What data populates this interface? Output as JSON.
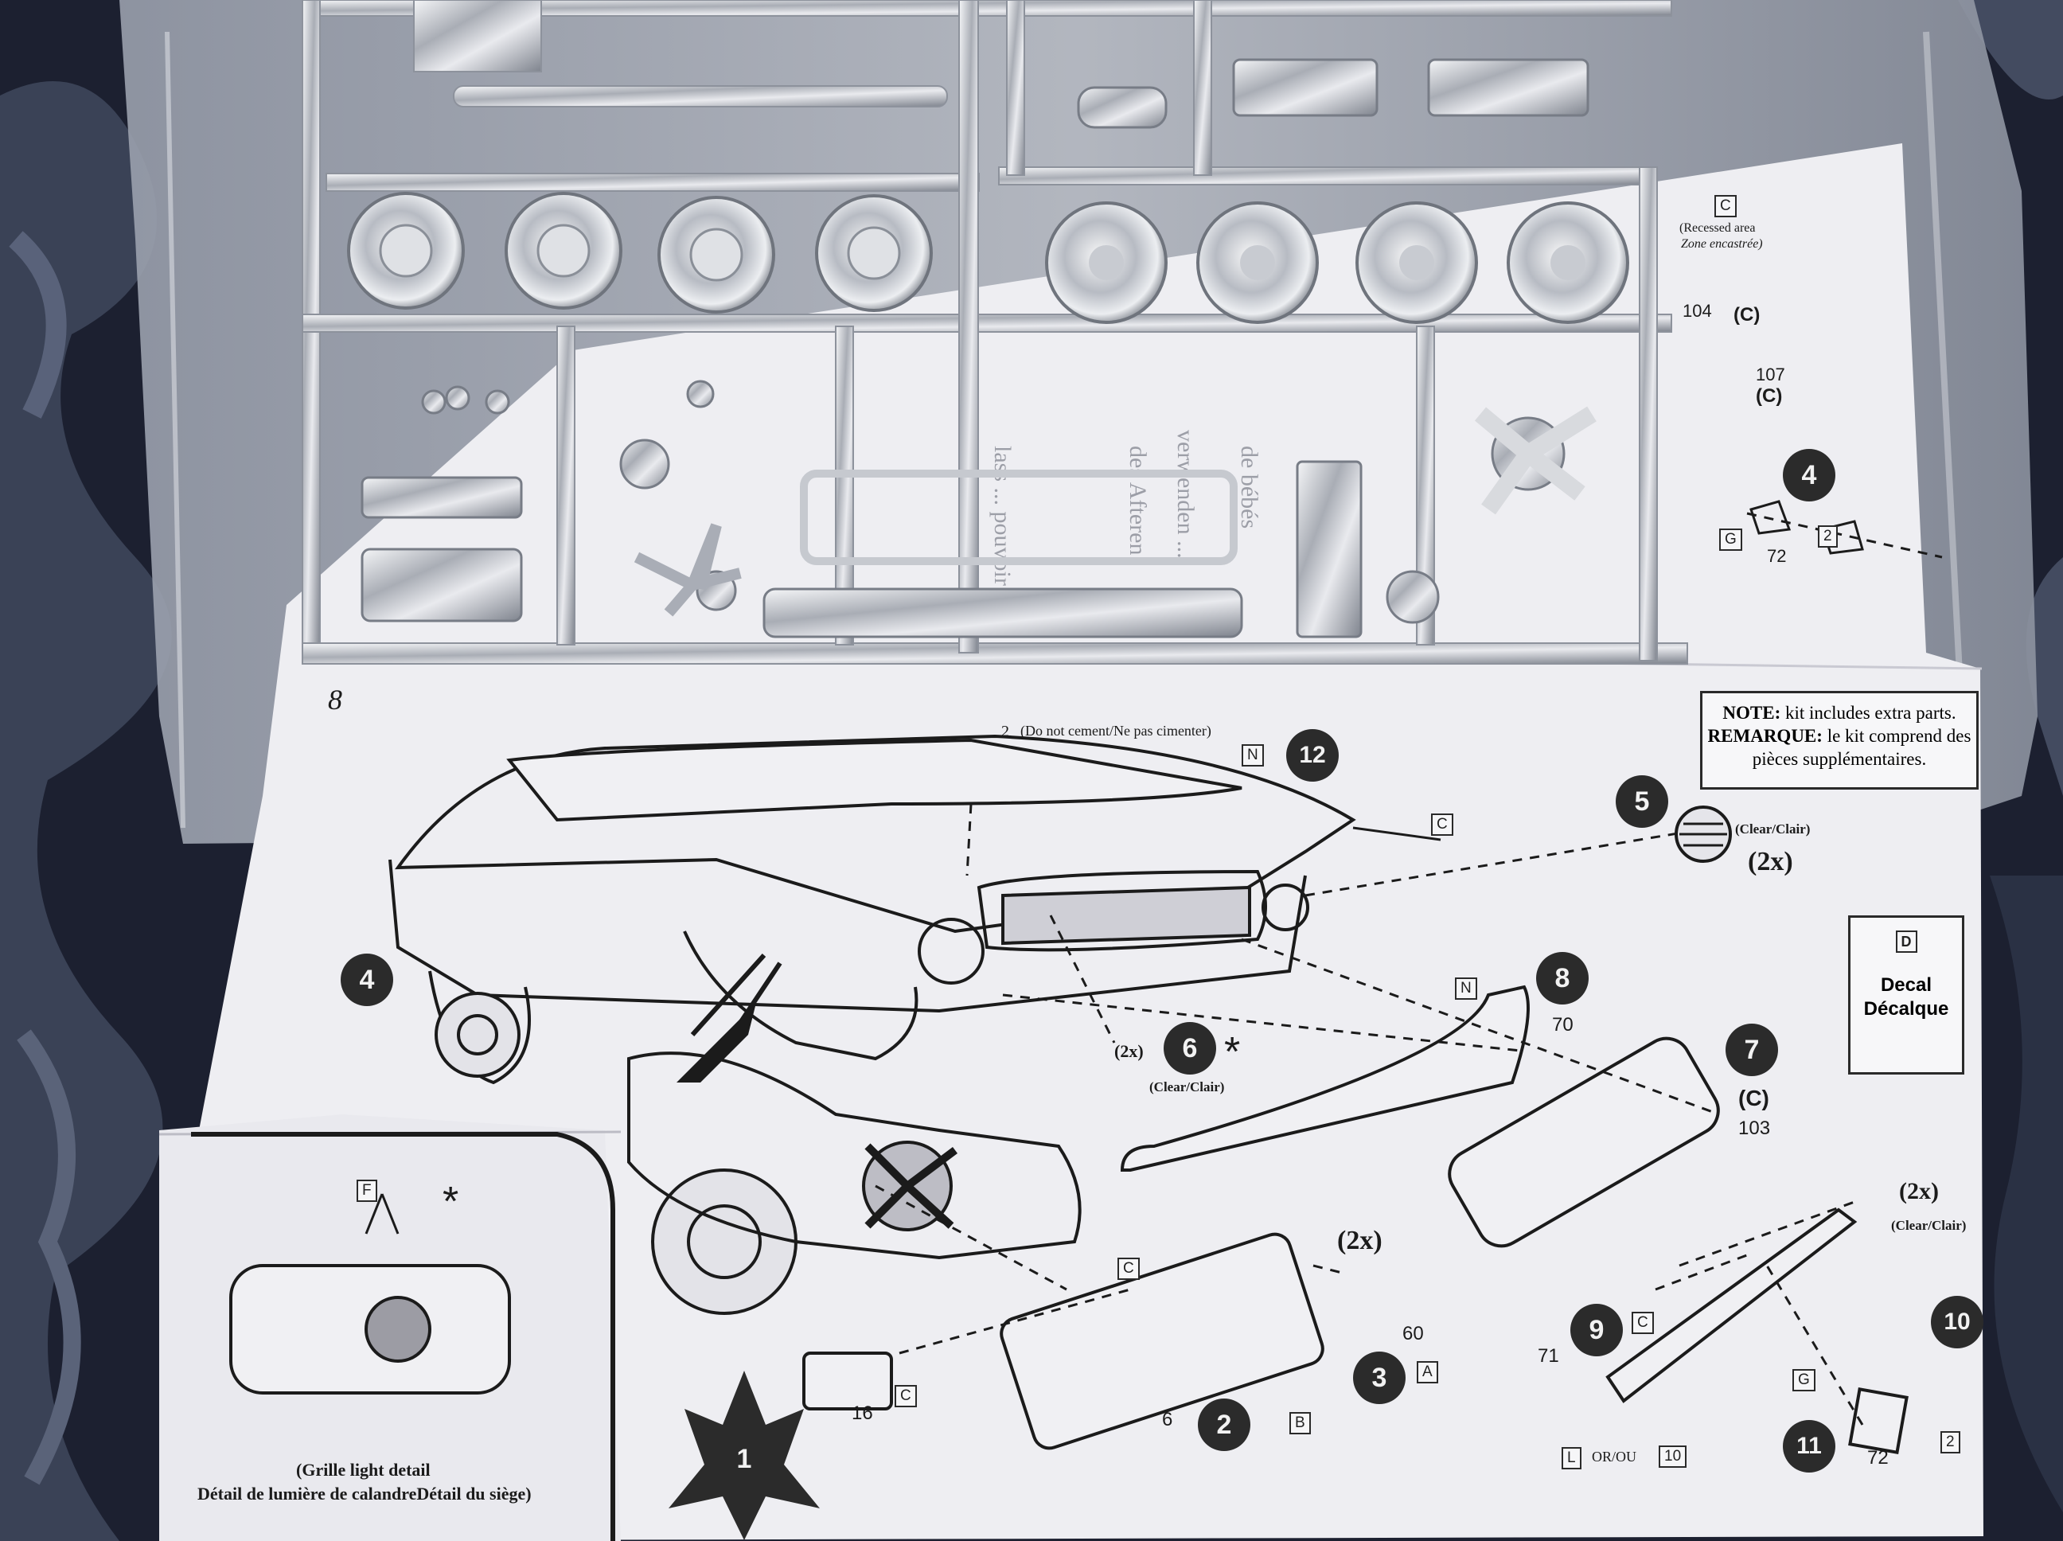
{
  "sheet": {
    "step_number": "8",
    "note_heading": "NOTE:",
    "note_text": "kit includes extra parts.",
    "remarque_heading": "REMARQUE:",
    "remarque_text": "le kit comprend des pièces supplémentaires.",
    "do_not_cement": "2",
    "do_not_cement_text": "(Do not cement/Ne pas cimenter)",
    "recessed_area": "(Recessed area",
    "zone_encastree": "Zone encastrée)",
    "decal_label": "Decal",
    "decal_label_fr": "Décalque",
    "grille_caption_1": "(Grille light detail",
    "grille_caption_2": "Détail de lumière de calandreDétail du siège)"
  },
  "callouts": [
    {
      "id": "c1",
      "text": "1"
    },
    {
      "id": "c2",
      "text": "2"
    },
    {
      "id": "c3",
      "text": "3"
    },
    {
      "id": "c4",
      "text": "4"
    },
    {
      "id": "c5",
      "text": "5"
    },
    {
      "id": "c6",
      "text": "6"
    },
    {
      "id": "c7",
      "text": "7"
    },
    {
      "id": "c8",
      "text": "8"
    },
    {
      "id": "c9",
      "text": "9"
    },
    {
      "id": "c10",
      "text": "10"
    },
    {
      "id": "c11",
      "text": "11"
    },
    {
      "id": "c12",
      "text": "12"
    },
    {
      "id": "c4top",
      "text": "4"
    }
  ],
  "labels": {
    "clear_clair": "(Clear/Clair)",
    "two_x": "(2x)",
    "part_C": "(C)",
    "or_ou": "OR/OU",
    "asterisk": "*",
    "p70": "70",
    "p103": "103",
    "p60": "60",
    "p16": "16",
    "p6": "6",
    "p71": "71",
    "p72": "72",
    "p104": "104",
    "p107": "107"
  },
  "letter_boxes": {
    "N": "N",
    "C": "C",
    "B": "B",
    "A": "A",
    "G": "G",
    "L": "L",
    "F": "F",
    "D": "D",
    "two": "2",
    "ten": "10"
  },
  "colors": {
    "paper": "#f2f2f5",
    "ink": "#1b1b1b",
    "chrome": "#c9ccd2",
    "bag": "#8c93a3",
    "fabric": "#1c2030"
  }
}
